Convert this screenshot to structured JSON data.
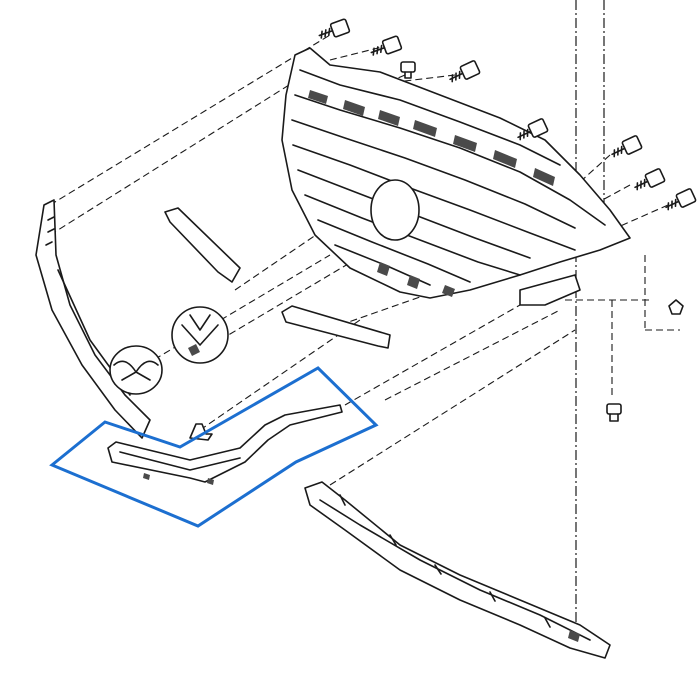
{
  "diagram": {
    "colors": {
      "ink": "#1a1a1a",
      "highlight": "#1c6fd0",
      "background": "#ffffff"
    },
    "parts": [
      "radiator-grille",
      "grille-upper-molding",
      "grille-lower-molding-highlighted",
      "emblem-front",
      "emblem-base",
      "grille-trim-strip-left",
      "grille-trim-strip-lower",
      "lower-air-deflector",
      "mounting-bolt",
      "clip-fastener"
    ],
    "highlighted_part": "grille-lower-molding-highlighted"
  }
}
